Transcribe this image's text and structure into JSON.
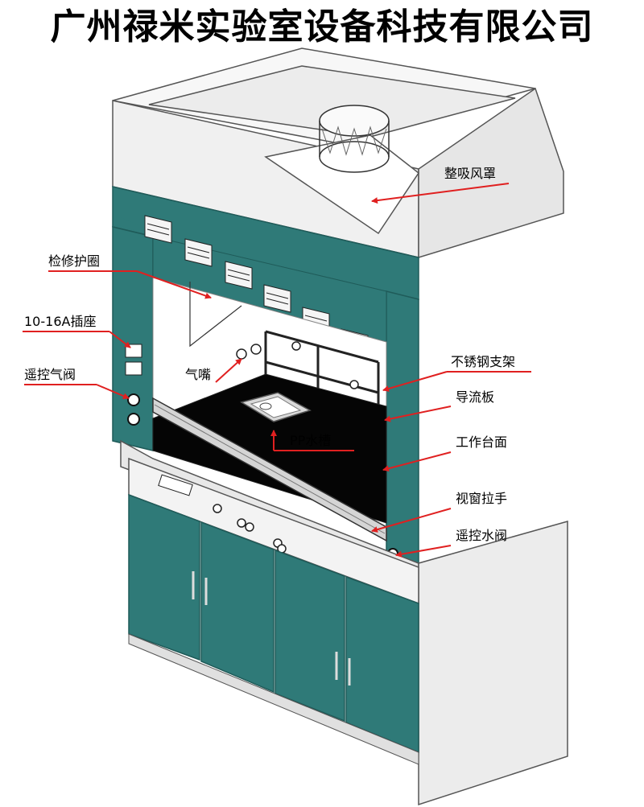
{
  "title": "广州禄米实验室设备科技有限公司",
  "labels": {
    "hood": "整吸风罩",
    "service_frame": "检修护圈",
    "socket": "10-16A插座",
    "gas_valve_remote": "遥控气阀",
    "gas_nozzle": "气嘴",
    "sink": "PP水槽",
    "stainless_rack": "不锈钢支架",
    "baffle": "导流板",
    "worktop": "工作台面",
    "sash_handle": "视窗拉手",
    "water_valve_remote": "遥控水阀"
  },
  "colors": {
    "panel": "#2f7a78",
    "panel_dark": "#1f5b59",
    "body_light": "#f2f2f2",
    "outline": "#555555",
    "worktop": "#050505",
    "arrow": "#e02020"
  }
}
